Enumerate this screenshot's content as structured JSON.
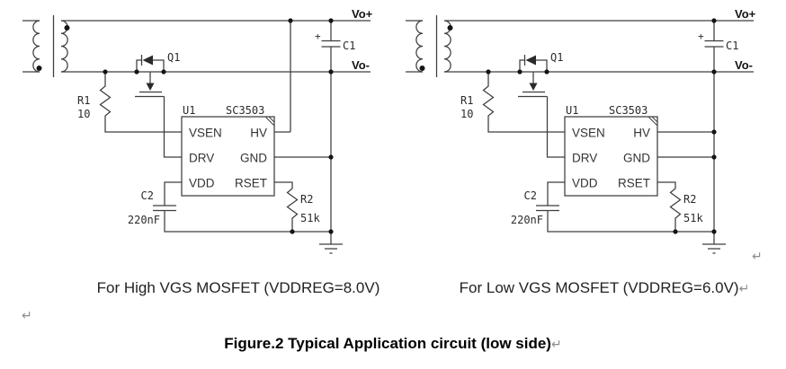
{
  "figure": {
    "title": "Figure.2 Typical Application circuit (low side)",
    "return_mark": "↵"
  },
  "circuits": [
    {
      "caption": "For High VGS MOSFET (VDDREG=8.0V)",
      "nets": {
        "top_rail": "Vo+",
        "bottom_rail": "Vo-"
      },
      "components": {
        "q1_ref": "Q1",
        "r1_ref": "R1",
        "r1_value": "10",
        "c1_ref": "C1",
        "c1_polarity": "+",
        "u1_ref": "U1",
        "u1_part": "SC3503",
        "c2_ref": "C2",
        "c2_value": "220nF",
        "r2_ref": "R2",
        "r2_value": "51k"
      },
      "ic_pins": {
        "left": [
          "VSEN",
          "DRV",
          "VDD"
        ],
        "right": [
          "HV",
          "GND",
          "RSET"
        ]
      },
      "hv_tied_to": "Vo+"
    },
    {
      "caption": "For Low VGS MOSFET (VDDREG=6.0V)",
      "nets": {
        "top_rail": "Vo+",
        "bottom_rail": "Vo-"
      },
      "components": {
        "q1_ref": "Q1",
        "r1_ref": "R1",
        "r1_value": "10",
        "c1_ref": "C1",
        "c1_polarity": "+",
        "u1_ref": "U1",
        "u1_part": "SC3503",
        "c2_ref": "C2",
        "c2_value": "220nF",
        "r2_ref": "R2",
        "r2_value": "51k"
      },
      "ic_pins": {
        "left": [
          "VSEN",
          "DRV",
          "VDD"
        ],
        "right": [
          "HV",
          "GND",
          "RSET"
        ]
      },
      "hv_tied_to": "Vo-"
    }
  ]
}
